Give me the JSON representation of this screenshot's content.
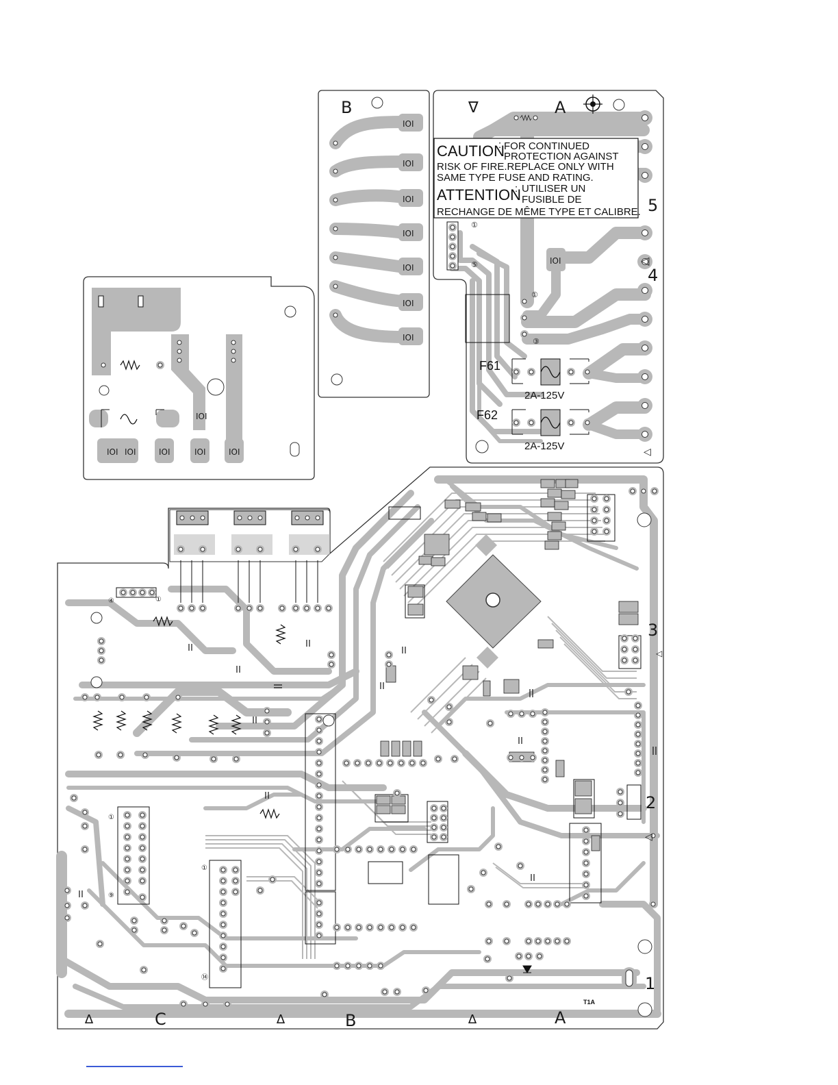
{
  "board_a": {
    "zone_letters": [
      "B",
      "A"
    ],
    "edge_numbers": [
      "5",
      "4"
    ],
    "caution": {
      "heading": "CAUTION",
      "line1": "FOR CONTINUED",
      "line2": "PROTECTION AGAINST",
      "line3": "RISK OF FIRE.REPLACE ONLY WITH",
      "line4": "SAME TYPE FUSE AND RATING.",
      "heading_fr": "ATTENTION",
      "line5": "UTILISER UN",
      "line6": "FUSIBLE DE",
      "line7": "RECHANGE DE MÊME TYPE ET CALIBRE."
    },
    "pin_markers": [
      "①",
      "⑤",
      "①",
      "③"
    ],
    "fuses": [
      {
        "ref": "F61",
        "rating": "2A-125V"
      },
      {
        "ref": "F62",
        "rating": "2A-125V"
      }
    ]
  },
  "main_board": {
    "edge_numbers": [
      "3",
      "2",
      "1"
    ],
    "bottom_letters": [
      "C",
      "B",
      "A"
    ],
    "part_code": "T1A",
    "pin_markers": [
      "④",
      "①",
      "①",
      "⑨",
      "①",
      "⑭"
    ]
  },
  "colors": {
    "copper": "#b8b8b8",
    "outline": "#3a3a3a",
    "pad": "#ffffff",
    "link": "#3b5bd6"
  }
}
